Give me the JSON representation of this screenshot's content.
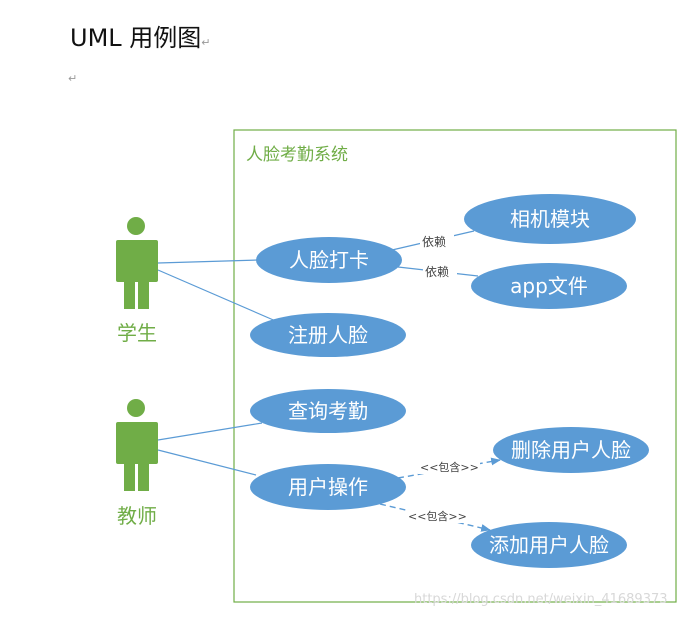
{
  "document": {
    "title": "UML 用例图",
    "para_mark": "↵"
  },
  "system": {
    "name": "人脸考勤系统",
    "border_color": "#70ad47"
  },
  "actors": [
    {
      "id": "student",
      "label": "学生"
    },
    {
      "id": "teacher",
      "label": "教师"
    }
  ],
  "use_cases": [
    {
      "id": "face-checkin",
      "label": "人脸打卡"
    },
    {
      "id": "camera-module",
      "label": "相机模块"
    },
    {
      "id": "app-file",
      "label": "app文件"
    },
    {
      "id": "register-face",
      "label": "注册人脸"
    },
    {
      "id": "query-attendance",
      "label": "查询考勤"
    },
    {
      "id": "user-operation",
      "label": "用户操作"
    },
    {
      "id": "delete-user-face",
      "label": "删除用户人脸"
    },
    {
      "id": "add-user-face",
      "label": "添加用户人脸"
    }
  ],
  "relations": [
    {
      "from": "student",
      "to": "face-checkin",
      "kind": "association",
      "label": ""
    },
    {
      "from": "student",
      "to": "register-face",
      "kind": "association",
      "label": ""
    },
    {
      "from": "teacher",
      "to": "query-attendance",
      "kind": "association",
      "label": ""
    },
    {
      "from": "teacher",
      "to": "user-operation",
      "kind": "association",
      "label": ""
    },
    {
      "from": "face-checkin",
      "to": "camera-module",
      "kind": "dependency",
      "label": "依赖"
    },
    {
      "from": "face-checkin",
      "to": "app-file",
      "kind": "dependency",
      "label": "依赖"
    },
    {
      "from": "user-operation",
      "to": "delete-user-face",
      "kind": "include",
      "label": "<<包含>>"
    },
    {
      "from": "user-operation",
      "to": "add-user-face",
      "kind": "include",
      "label": "<<包含>>"
    }
  ],
  "colors": {
    "actor": "#70ad47",
    "use_case_fill": "#5b9bd5",
    "use_case_text": "#ffffff",
    "line": "#5b9bd5",
    "label_text": "#444444"
  },
  "watermark": "https://blog.csdn.net/weixin_41689373"
}
